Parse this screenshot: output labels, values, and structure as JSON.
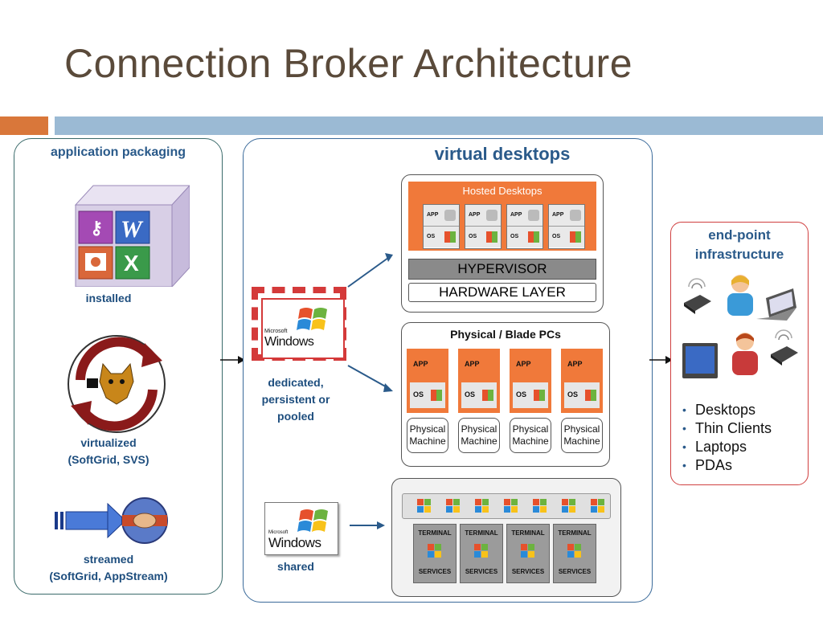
{
  "slide": {
    "title": "Connection Broker Architecture"
  },
  "left_panel": {
    "title": "application packaging",
    "installed": "installed",
    "virtualized": "virtualized",
    "virtualized_sub": "(SoftGrid, SVS)",
    "streamed": "streamed",
    "streamed_sub": "(SoftGrid, AppStream)"
  },
  "center_panel": {
    "title": "virtual desktops",
    "windows_small": "Microsoft",
    "windows_big": "Windows",
    "dedicated_1": "dedicated,",
    "dedicated_2": "persistent or",
    "dedicated_3": "pooled",
    "shared": "shared",
    "hosted": {
      "title": "Hosted Desktops",
      "app": "APP",
      "os": "OS",
      "hypervisor": "HYPERVISOR",
      "hardware": "HARDWARE LAYER"
    },
    "physical": {
      "title": "Physical / Blade PCs",
      "app": "APP",
      "os": "OS",
      "machine_1": "Physical",
      "machine_2": "Machine"
    },
    "terminal": {
      "top": "TERMINAL",
      "bottom": "SERVICES"
    }
  },
  "right_panel": {
    "title_1": "end-point",
    "title_2": "infrastructure",
    "items": [
      "Desktops",
      "Thin Clients",
      "Laptops",
      "PDAs"
    ]
  },
  "colors": {
    "title": "#5a4a3a",
    "accent_orange": "#d9773a",
    "accent_blue": "#9bbad4",
    "panel_text": "#2a5a8a",
    "hosted_orange": "#f0793a",
    "endpoint_border": "#d04040"
  }
}
